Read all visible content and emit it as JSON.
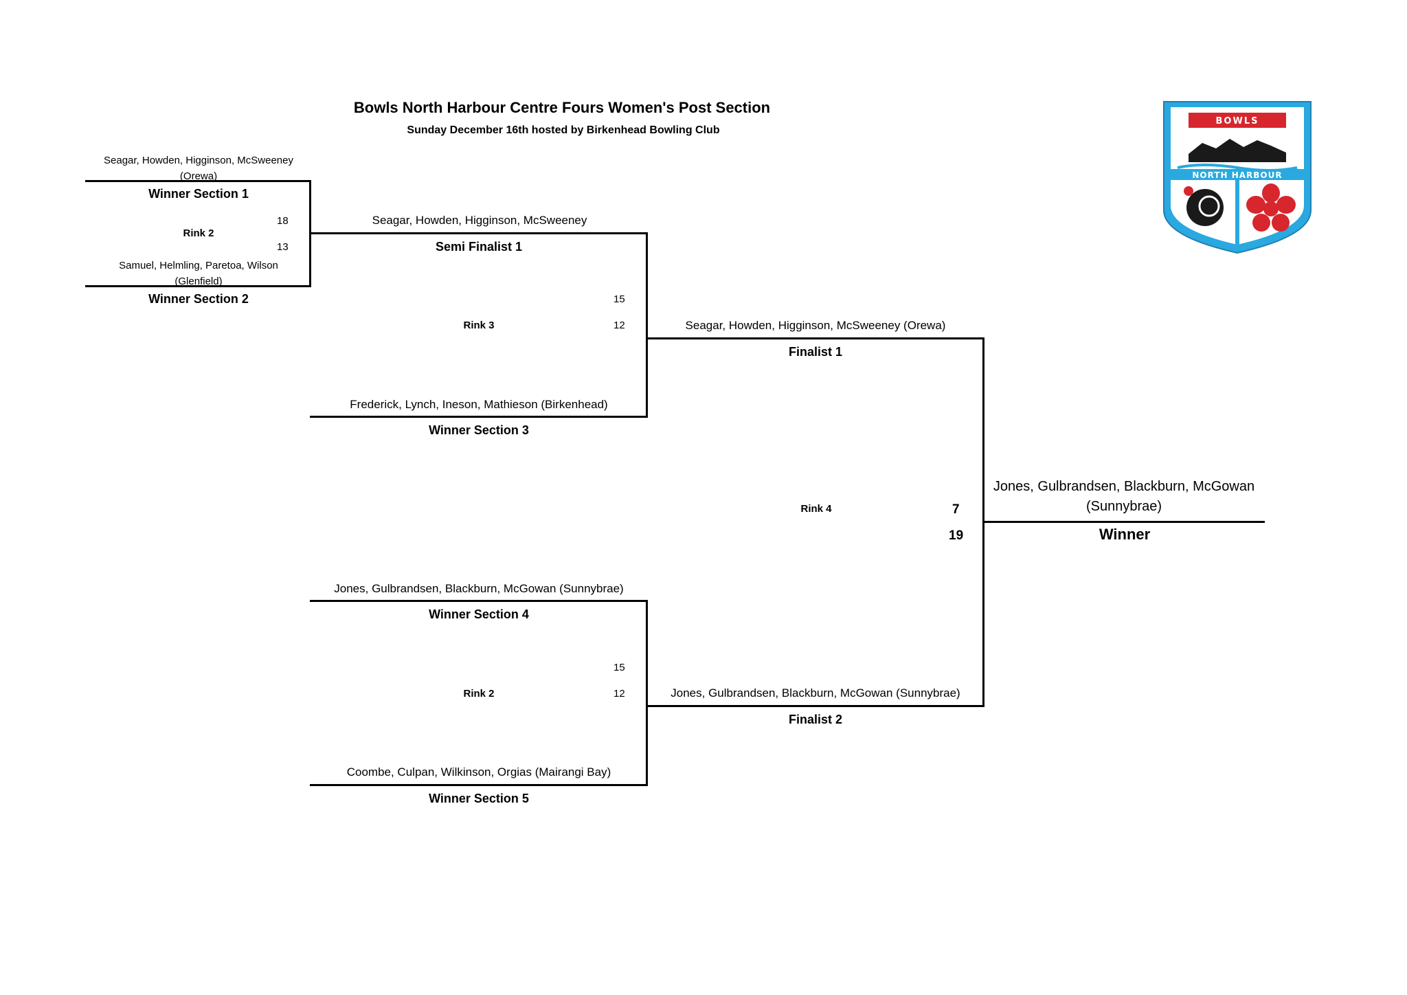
{
  "header": {
    "title": "Bowls North Harbour Centre Fours Women's Post Section",
    "subtitle": "Sunday December 16th hosted by Birkenhead Bowling Club"
  },
  "logo": {
    "top_text": "BOWLS",
    "band_text": "NORTH HARBOUR",
    "colors": {
      "frame": "#29a9e0",
      "banner": "#d7262d",
      "dark": "#1a1a1a"
    }
  },
  "round1": {
    "team_a_name": "Seagar, Howden, Higginson, McSweeney",
    "team_a_club": "(Orewa)",
    "team_a_label": "Winner Section 1",
    "team_a_score": "18",
    "rink": "Rink 2",
    "team_b_score": "13",
    "team_b_name": "Samuel, Helmling, Paretoa, Wilson",
    "team_b_club": "(Glenfield)",
    "team_b_label": "Winner Section 2"
  },
  "semi1": {
    "team_a_name": "Seagar, Howden, Higginson, McSweeney",
    "team_a_label": "Semi Finalist 1",
    "team_a_score": "15",
    "rink": "Rink 3",
    "team_b_score": "12",
    "team_b_name": "Frederick, Lynch, Ineson, Mathieson (Birkenhead)",
    "team_b_label": "Winner Section 3"
  },
  "semi2": {
    "team_a_name": "Jones, Gulbrandsen, Blackburn, McGowan (Sunnybrae)",
    "team_a_label": "Winner Section 4",
    "team_a_score": "15",
    "rink": "Rink 2",
    "team_b_score": "12",
    "team_b_name": "Coombe, Culpan, Wilkinson, Orgias (Mairangi Bay)",
    "team_b_label": "Winner Section 5"
  },
  "final": {
    "team_a_name": "Seagar, Howden, Higginson, McSweeney (Orewa)",
    "team_a_label": "Finalist 1",
    "team_a_score": "7",
    "rink": "Rink 4",
    "team_b_score": "19",
    "team_b_name": "Jones, Gulbrandsen, Blackburn, McGowan (Sunnybrae)",
    "team_b_label": "Finalist 2"
  },
  "winner": {
    "name_line1": "Jones, Gulbrandsen, Blackburn, McGowan",
    "name_line2": "(Sunnybrae)",
    "label": "Winner"
  }
}
